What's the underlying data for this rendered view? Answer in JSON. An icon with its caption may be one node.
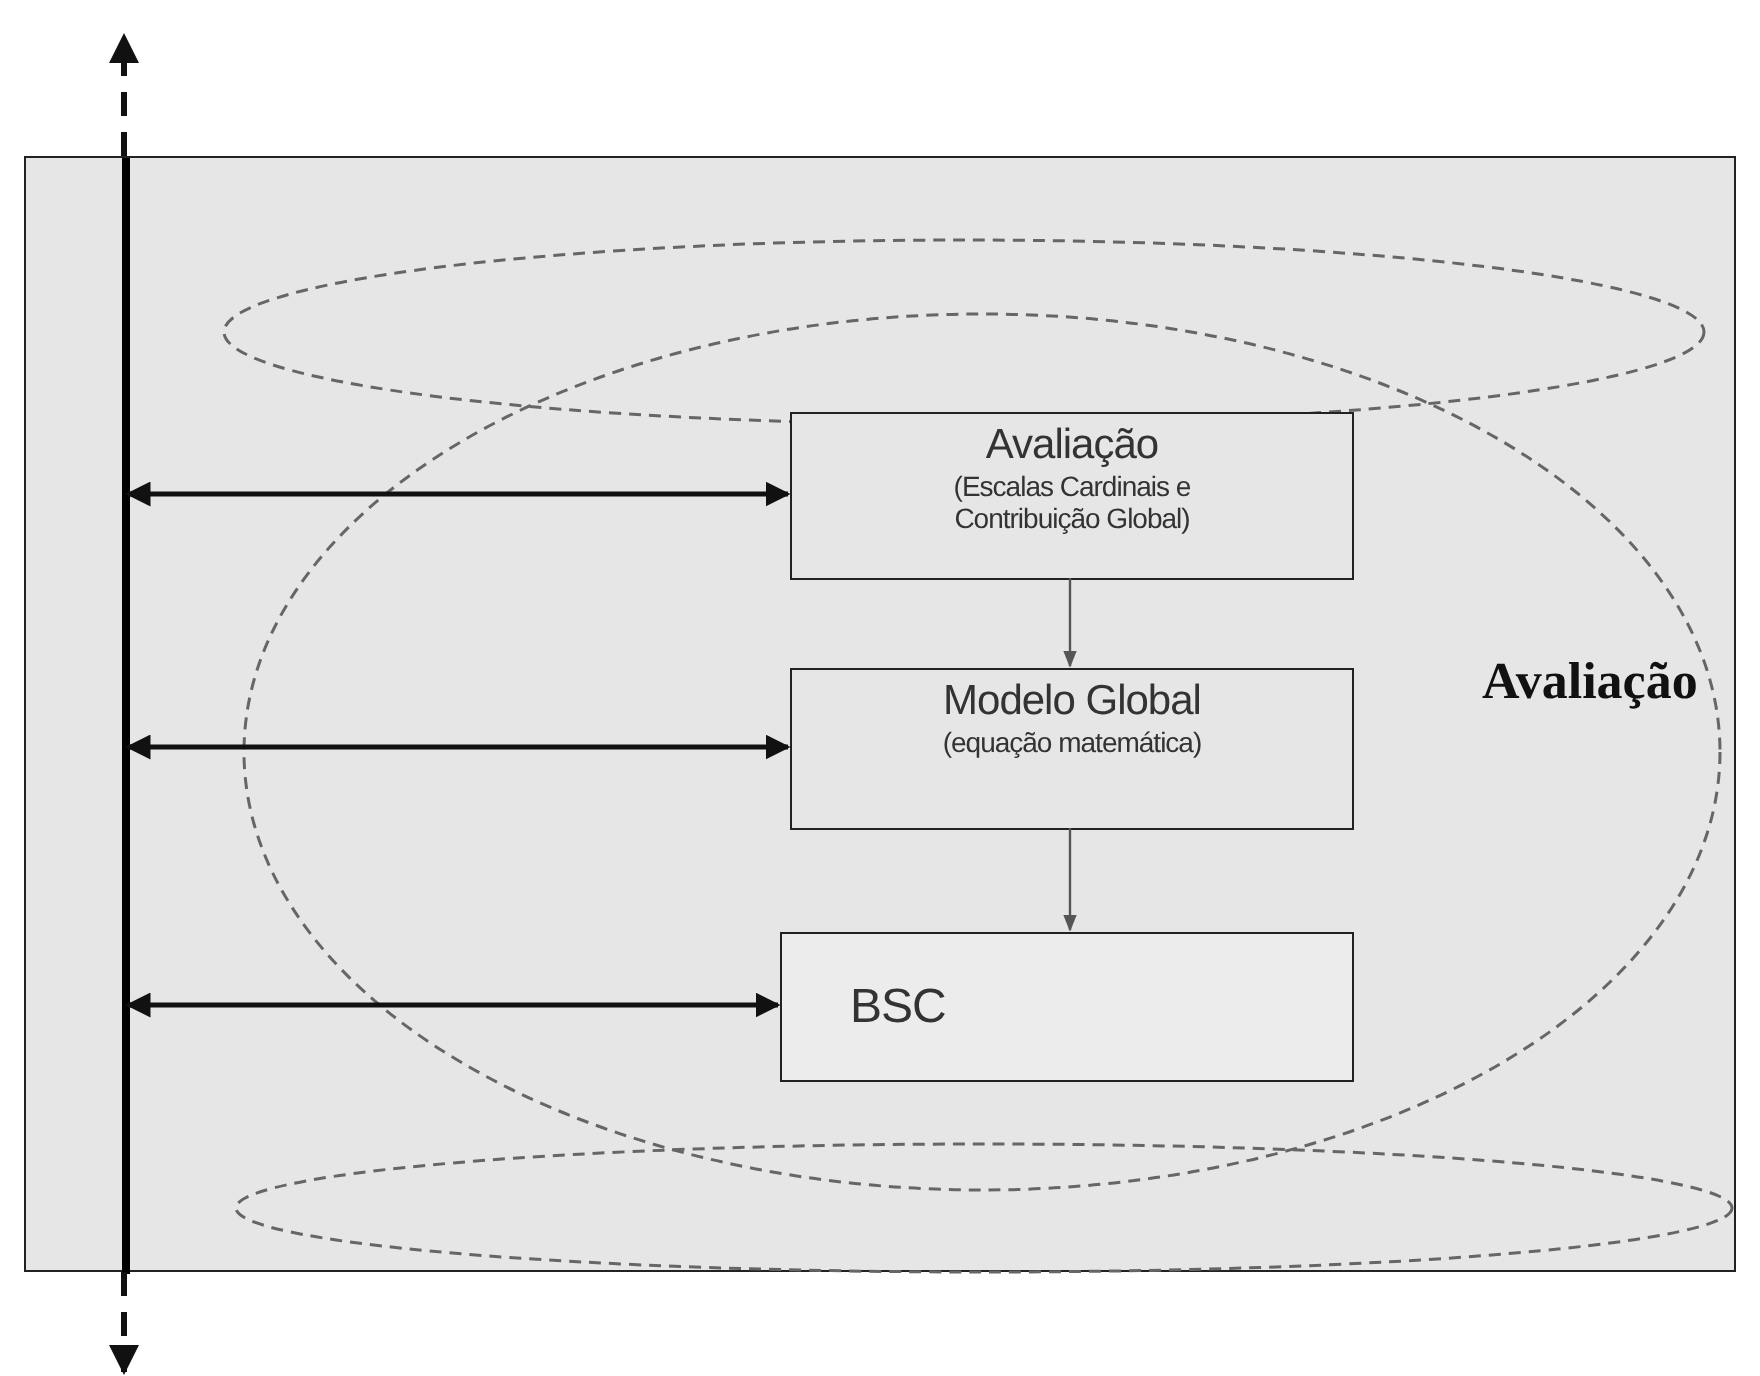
{
  "diagram": {
    "nodes": [
      {
        "text": [],
        "shape": "box"
      },
      {
        "text": [],
        "shape": "bar",
        "in": 0
      },
      {
        "text": [],
        "shape": "ellipse",
        "in": 0
      },
      {
        "text": [
          "Avaliação"
        ],
        "in": 0
      },
      {
        "text": [
          "Avaliação",
          "(Escalas Cardinais e Contribuição Global)"
        ],
        "in": 3
      },
      {
        "text": [
          "Modelo Global",
          "(equação matemática)"
        ],
        "in": 3
      },
      {
        "text": [
          "BSC"
        ],
        "in": 3
      },
      {
        "text": [],
        "shape": "ellipse",
        "in": 0
      }
    ],
    "edges": [
      {
        "from": 1,
        "to": null,
        "arrow": "to",
        "style": "dashed"
      },
      {
        "from": 1,
        "to": null,
        "arrow": "to",
        "style": "dashed"
      },
      {
        "from": 1,
        "to": 4,
        "arrow": "both"
      },
      {
        "from": 1,
        "to": 5,
        "arrow": "both"
      },
      {
        "from": 1,
        "to": 6,
        "arrow": "both"
      },
      {
        "from": 4,
        "to": 5,
        "arrow": "to"
      },
      {
        "from": 5,
        "to": 6,
        "arrow": "to"
      }
    ]
  }
}
